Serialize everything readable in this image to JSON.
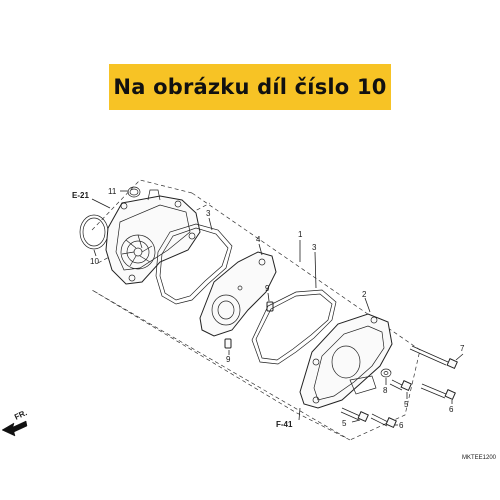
{
  "banner": {
    "text": "Na obrázku díl číslo 10",
    "color": "#f7c325"
  },
  "callouts": {
    "c1": "1",
    "c2": "2",
    "c3a": "3",
    "c3b": "3",
    "c4": "4",
    "c5a": "5",
    "c5b": "5",
    "c6a": "6",
    "c6b": "6",
    "c7": "7",
    "c8": "8",
    "c9a": "9",
    "c9b": "9",
    "c10": "10",
    "c11": "11"
  },
  "references": {
    "e21": "E-21",
    "f41": "F-41"
  },
  "direction": {
    "label": "FR."
  },
  "diagram_code": "MKTEE1200"
}
